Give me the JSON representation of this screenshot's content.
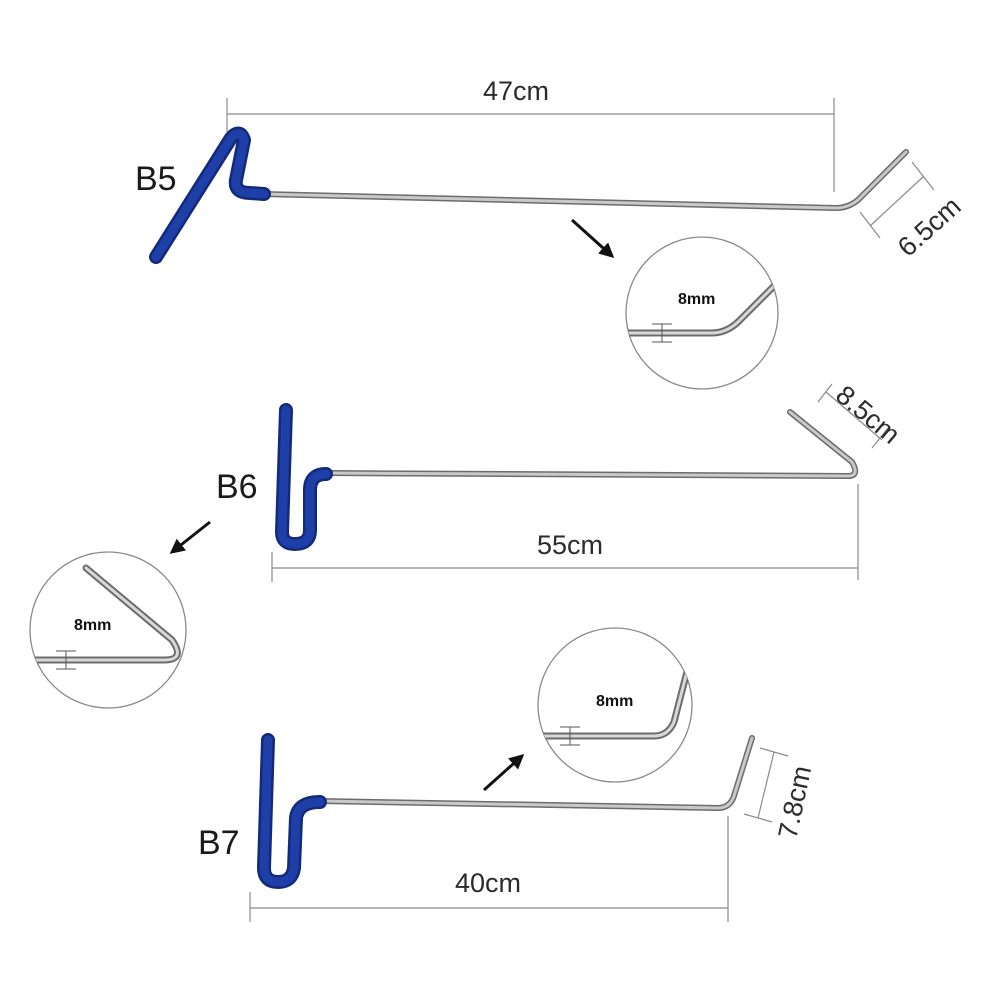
{
  "colors": {
    "handle": "#1f3fa8",
    "handle_dark": "#132a7a",
    "rod": "#9a9a9a",
    "rod_light": "#d8d8d8",
    "rod_dark": "#6c6c6c",
    "dimension": "#8a8a8a"
  },
  "tools": [
    {
      "id": "b5",
      "label": "B5",
      "length": "47cm",
      "bend": "6.5cm",
      "detail": "8mm"
    },
    {
      "id": "b6",
      "label": "B6",
      "length": "55cm",
      "bend": "8.5cm",
      "detail": "8mm"
    },
    {
      "id": "b7",
      "label": "B7",
      "length": "40cm",
      "bend": "7.8cm",
      "detail": "8mm"
    }
  ],
  "icons": {
    "arrow": "arrow-icon"
  }
}
